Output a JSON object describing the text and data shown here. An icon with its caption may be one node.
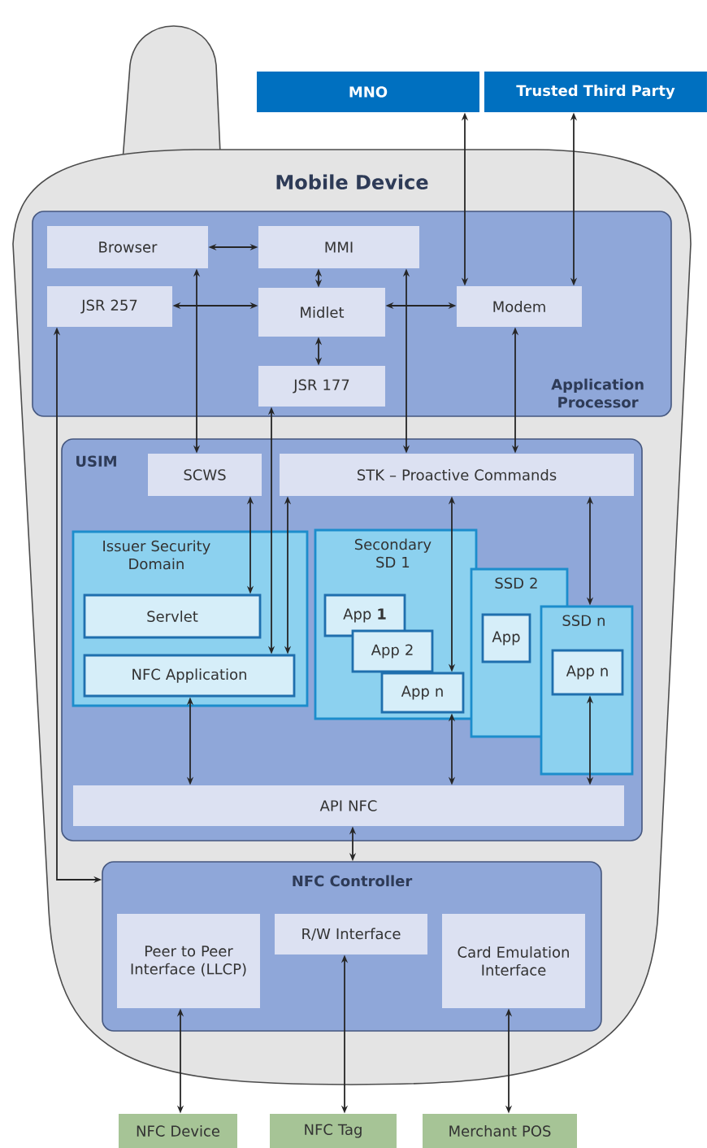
{
  "diagram": {
    "nodes": [
      {
        "text": [
          "MNO"
        ]
      },
      {
        "text": [
          "Trusted Third Party"
        ]
      },
      {
        "text": [
          "Mobile Device"
        ]
      },
      {
        "text": [
          "Application Processor"
        ],
        "in": 2
      },
      {
        "text": [
          "Browser"
        ],
        "in": 3
      },
      {
        "text": [
          "MMI"
        ],
        "in": 3
      },
      {
        "text": [
          "JSR 257"
        ],
        "in": 3
      },
      {
        "text": [
          "Midlet"
        ],
        "in": 3
      },
      {
        "text": [
          "Modem"
        ],
        "in": 3
      },
      {
        "text": [
          "JSR 177"
        ],
        "in": 3
      },
      {
        "text": [
          "USIM"
        ],
        "in": 2
      },
      {
        "text": [
          "SCWS"
        ],
        "in": 10
      },
      {
        "text": [
          "STK – Proactive Commands"
        ],
        "in": 10
      },
      {
        "text": [
          "Issuer Security Domain"
        ],
        "in": 10
      },
      {
        "text": [
          "Servlet"
        ],
        "in": 13
      },
      {
        "text": [
          "NFC Application"
        ],
        "in": 13
      },
      {
        "text": [
          "Secondary SD 1"
        ],
        "in": 10
      },
      {
        "text": [
          "App **1**"
        ],
        "in": 16
      },
      {
        "text": [
          "App 2"
        ],
        "in": 16
      },
      {
        "text": [
          "App n"
        ],
        "in": 16
      },
      {
        "text": [
          "SSD 2"
        ],
        "in": 10
      },
      {
        "text": [
          "App"
        ],
        "in": 20
      },
      {
        "text": [
          "SSD n"
        ],
        "in": 10
      },
      {
        "text": [
          "App n"
        ],
        "in": 22
      },
      {
        "text": [
          "API NFC"
        ],
        "in": 10
      },
      {
        "text": [
          "NFC Controller"
        ],
        "in": 2
      },
      {
        "text": [
          "Peer to Peer Interface (LLCP)"
        ],
        "in": 25
      },
      {
        "text": [
          "R/W Interface"
        ],
        "in": 25
      },
      {
        "text": [
          "Card Emulation Interface"
        ],
        "in": 25
      },
      {
        "text": [
          "NFC Device"
        ]
      },
      {
        "text": [
          "NFC Tag"
        ]
      },
      {
        "text": [
          "Merchant POS"
        ]
      }
    ],
    "edges": [
      {
        "from": 0,
        "to": 8,
        "arrow": "both"
      },
      {
        "from": 1,
        "to": 8,
        "arrow": "both"
      },
      {
        "from": 4,
        "to": 5,
        "arrow": "both"
      },
      {
        "from": 5,
        "to": 7,
        "arrow": "both"
      },
      {
        "from": 6,
        "to": 7,
        "arrow": "both"
      },
      {
        "from": 7,
        "to": 8,
        "arrow": "both"
      },
      {
        "from": 7,
        "to": 9,
        "arrow": "both"
      },
      {
        "from": 4,
        "to": 11,
        "arrow": "both"
      },
      {
        "from": 5,
        "to": 12,
        "arrow": "both"
      },
      {
        "from": 8,
        "to": 12,
        "arrow": "both"
      },
      {
        "from": 6,
        "to": 25,
        "arrow": "both"
      },
      {
        "from": 9,
        "to": 15,
        "arrow": "both"
      },
      {
        "from": 11,
        "to": 14,
        "arrow": "both"
      },
      {
        "from": 12,
        "to": 15,
        "arrow": "both"
      },
      {
        "from": 12,
        "to": 19,
        "arrow": "both"
      },
      {
        "from": 12,
        "to": 22,
        "arrow": "both"
      },
      {
        "from": 15,
        "to": 24,
        "arrow": "both"
      },
      {
        "from": 19,
        "to": 24,
        "arrow": "both"
      },
      {
        "from": 23,
        "to": 24,
        "arrow": "both"
      },
      {
        "from": 24,
        "to": 25,
        "arrow": "both"
      },
      {
        "from": 26,
        "to": 29,
        "arrow": "both"
      },
      {
        "from": 27,
        "to": 30,
        "arrow": "both"
      },
      {
        "from": 28,
        "to": 31,
        "arrow": "both"
      }
    ]
  }
}
